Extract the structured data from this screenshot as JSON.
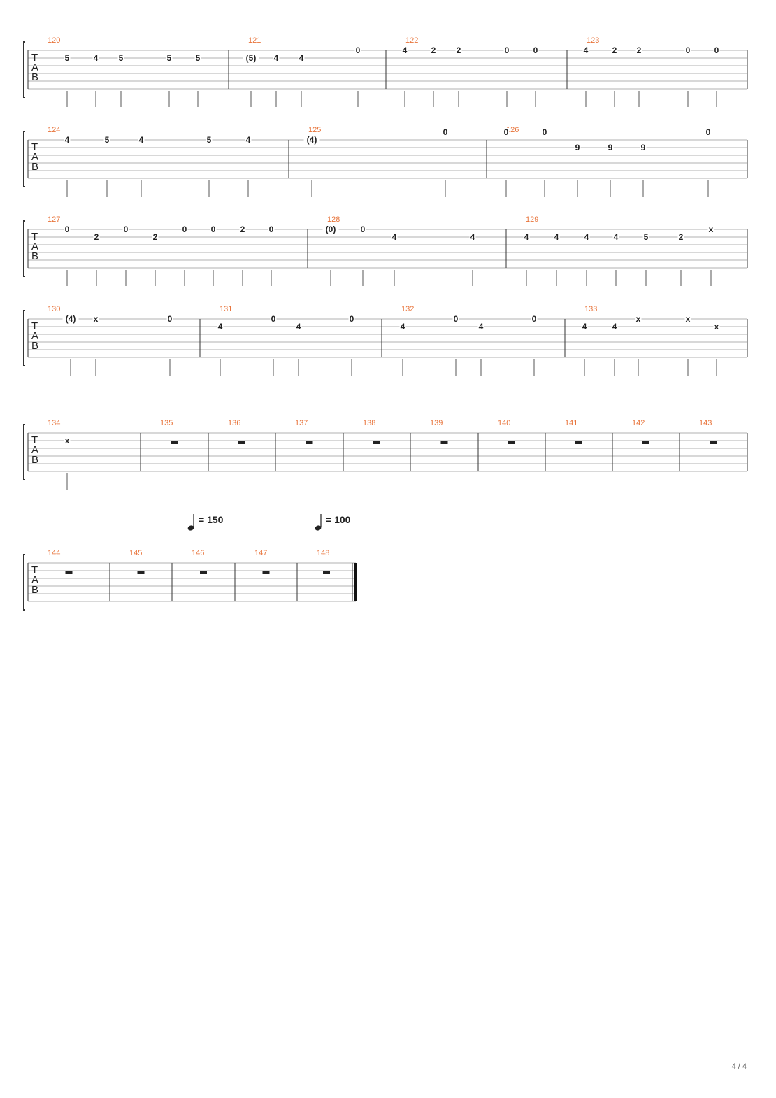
{
  "page": {
    "number": "4 / 4"
  },
  "tab_clef": [
    "T",
    "A",
    "B"
  ],
  "tempo_markings": [
    {
      "label": "= 150"
    },
    {
      "label": "= 100"
    }
  ],
  "systems": [
    {
      "measures": [
        {
          "number": "120",
          "frets": [
            {
              "text": "5",
              "string": 1
            },
            {
              "text": "4",
              "string": 1
            },
            {
              "text": "5",
              "string": 1
            },
            {
              "text": "5",
              "string": 1
            },
            {
              "text": "5",
              "string": 1
            }
          ]
        },
        {
          "number": "121",
          "frets": [
            {
              "text": "(5)",
              "string": 1
            },
            {
              "text": "4",
              "string": 1
            },
            {
              "text": "4",
              "string": 1
            },
            {
              "text": "0",
              "string": 0
            }
          ]
        },
        {
          "number": "122",
          "frets": [
            {
              "text": "4",
              "string": 0
            },
            {
              "text": "2",
              "string": 0
            },
            {
              "text": "2",
              "string": 0
            },
            {
              "text": "0",
              "string": 0
            },
            {
              "text": "0",
              "string": 0
            }
          ]
        },
        {
          "number": "123",
          "frets": [
            {
              "text": "4",
              "string": 0
            },
            {
              "text": "2",
              "string": 0
            },
            {
              "text": "2",
              "string": 0
            },
            {
              "text": "0",
              "string": 0
            },
            {
              "text": "0",
              "string": 0
            }
          ]
        }
      ]
    },
    {
      "measures": [
        {
          "number": "124",
          "frets": [
            {
              "text": "4",
              "string": 0
            },
            {
              "text": "5",
              "string": 0
            },
            {
              "text": "4",
              "string": 0
            },
            {
              "text": "5",
              "string": 0
            },
            {
              "text": "4",
              "string": 0
            }
          ]
        },
        {
          "number": "125",
          "frets": [
            {
              "text": "(4)",
              "string": 0
            },
            {
              "text": "0",
              "string": -1
            }
          ]
        },
        {
          "number": "126",
          "frets": [
            {
              "text": "0",
              "string": -1
            },
            {
              "text": "0",
              "string": -1
            },
            {
              "text": "9",
              "string": 1
            },
            {
              "text": "9",
              "string": 1
            },
            {
              "text": "9",
              "string": 1
            },
            {
              "text": "0",
              "string": -1
            }
          ]
        }
      ]
    },
    {
      "measures": [
        {
          "number": "127",
          "frets": [
            {
              "text": "0",
              "string": 0
            },
            {
              "text": "2",
              "string": 1
            },
            {
              "text": "0",
              "string": 0
            },
            {
              "text": "2",
              "string": 1
            },
            {
              "text": "0",
              "string": 0
            },
            {
              "text": "0",
              "string": 0
            },
            {
              "text": "2",
              "string": 0
            },
            {
              "text": "0",
              "string": 0
            }
          ]
        },
        {
          "number": "128",
          "frets": [
            {
              "text": "(0)",
              "string": 0
            },
            {
              "text": "0",
              "string": 0
            },
            {
              "text": "4",
              "string": 1
            },
            {
              "text": "4",
              "string": 1
            }
          ]
        },
        {
          "number": "129",
          "frets": [
            {
              "text": "4",
              "string": 1
            },
            {
              "text": "4",
              "string": 1
            },
            {
              "text": "4",
              "string": 1
            },
            {
              "text": "4",
              "string": 1
            },
            {
              "text": "5",
              "string": 1
            },
            {
              "text": "2",
              "string": 1
            },
            {
              "text": "x",
              "string": 0
            }
          ]
        }
      ]
    },
    {
      "measures": [
        {
          "number": "130",
          "frets": [
            {
              "text": "(4)",
              "string": 0
            },
            {
              "text": "x",
              "string": 0
            },
            {
              "text": "0",
              "string": 0
            }
          ]
        },
        {
          "number": "131",
          "frets": [
            {
              "text": "4",
              "string": 1
            },
            {
              "text": "0",
              "string": 0
            },
            {
              "text": "4",
              "string": 1
            },
            {
              "text": "0",
              "string": 0
            }
          ]
        },
        {
          "number": "132",
          "frets": [
            {
              "text": "4",
              "string": 1
            },
            {
              "text": "0",
              "string": 0
            },
            {
              "text": "4",
              "string": 1
            },
            {
              "text": "0",
              "string": 0
            }
          ]
        },
        {
          "number": "133",
          "frets": [
            {
              "text": "4",
              "string": 1
            },
            {
              "text": "4",
              "string": 1
            },
            {
              "text": "x",
              "string": 0
            },
            {
              "text": "x",
              "string": 0
            },
            {
              "text": "x",
              "string": 1
            }
          ]
        }
      ]
    },
    {
      "measures": [
        {
          "number": "134",
          "frets": [
            {
              "text": "x",
              "string": 1
            }
          ]
        },
        {
          "number": "135",
          "frets": []
        },
        {
          "number": "136",
          "frets": []
        },
        {
          "number": "137",
          "frets": []
        },
        {
          "number": "138",
          "frets": []
        },
        {
          "number": "139",
          "frets": []
        },
        {
          "number": "140",
          "frets": []
        },
        {
          "number": "141",
          "frets": []
        },
        {
          "number": "142",
          "frets": []
        },
        {
          "number": "143",
          "frets": []
        }
      ]
    },
    {
      "measures": [
        {
          "number": "144",
          "frets": []
        },
        {
          "number": "145",
          "frets": []
        },
        {
          "number": "146",
          "frets": []
        },
        {
          "number": "147",
          "frets": []
        },
        {
          "number": "148",
          "frets": []
        }
      ]
    }
  ]
}
